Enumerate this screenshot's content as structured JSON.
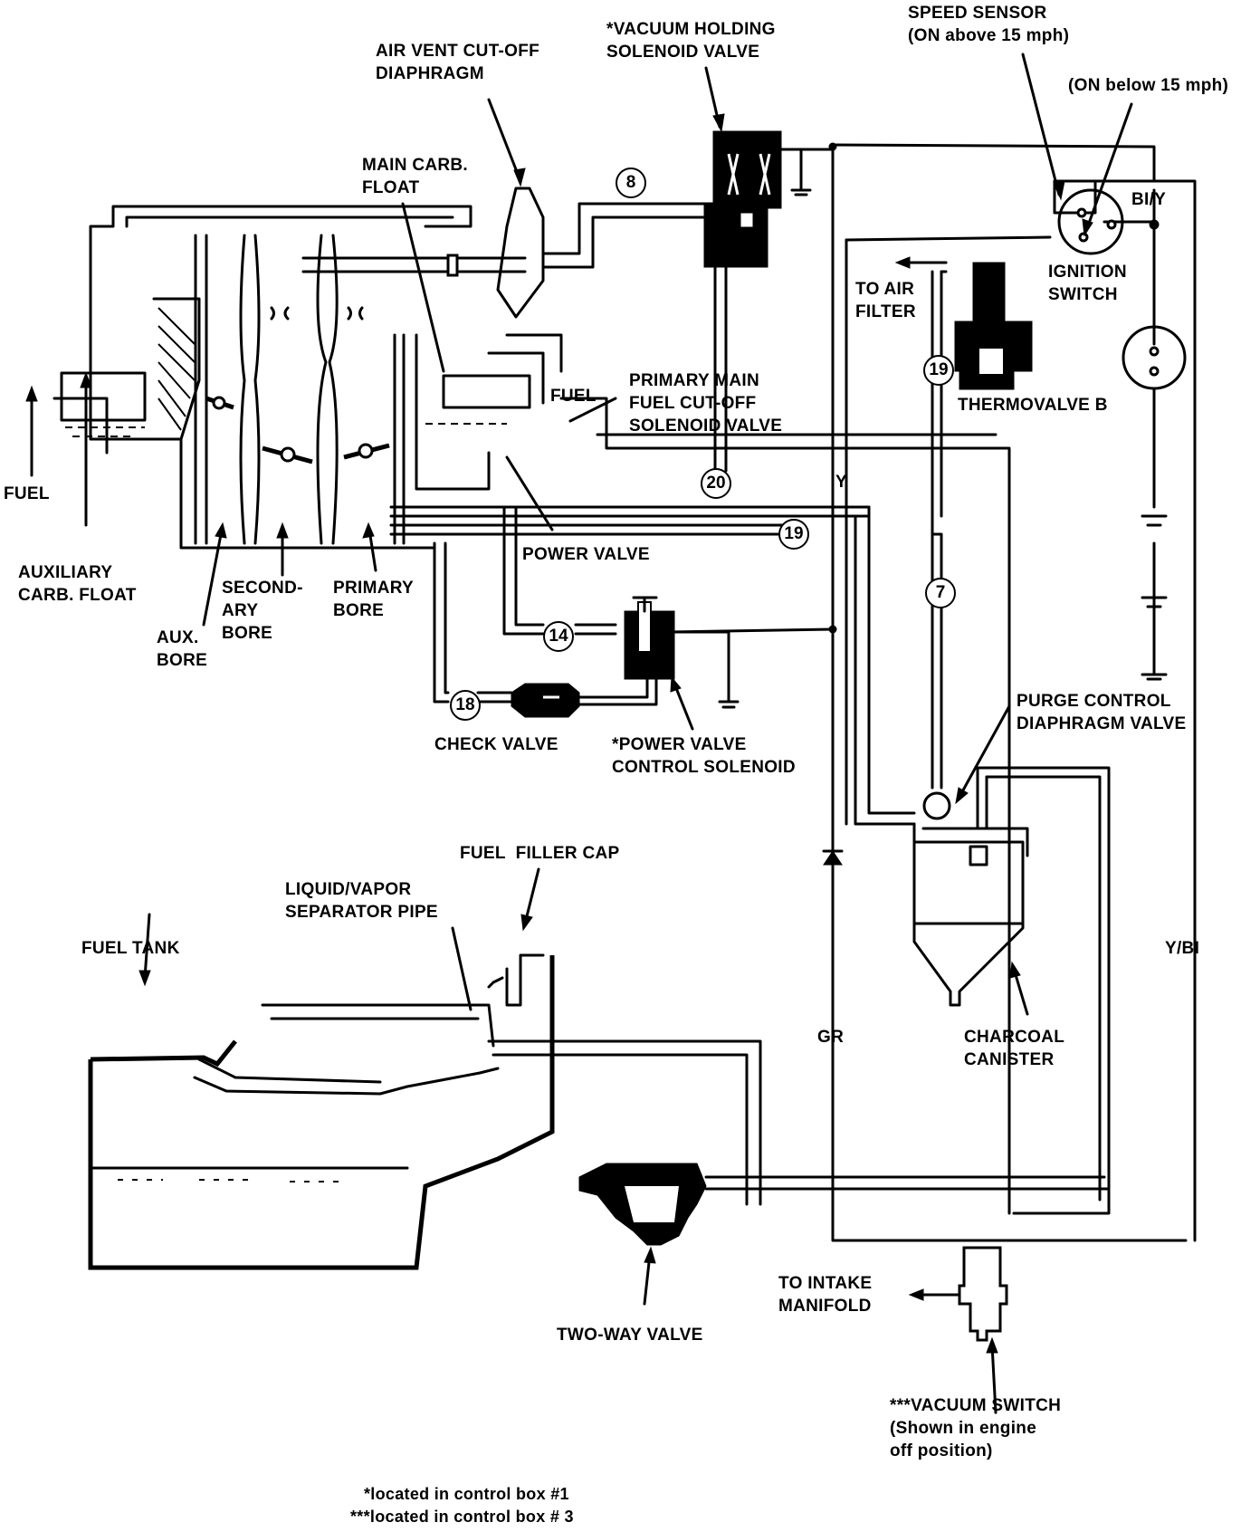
{
  "title": "Evaporative emission control system diagram",
  "colors": {
    "ink": "#000000",
    "paper": "#ffffff"
  },
  "labels": {
    "vacuum_holding_solenoid": "*VACUUM HOLDING\nSOLENOID VALVE",
    "air_vent_cutoff": "AIR VENT CUT-OFF\nDIAPHRAGM",
    "speed_sensor": "SPEED SENSOR\n(ON above 15 mph)",
    "on_below": "(ON below 15 mph)",
    "main_carb_float": "MAIN CARB.\nFLOAT",
    "bi_y": "BI/Y",
    "ignition_switch": "IGNITION\nSWITCH",
    "to_air_filter": "TO AIR\nFILTER",
    "thermovalve_b": "THERMOVALVE B",
    "primary_main_fuel_cutoff": "PRIMARY MAIN\nFUEL CUT-OFF\nSOLENOID VALVE",
    "fuel_inner": "FUEL",
    "fuel_inlet": "FUEL",
    "auxiliary_carb_float": "AUXILIARY\nCARB. FLOAT",
    "secondary_bore": "SECOND-\nARY\nBORE",
    "primary_bore": "PRIMARY\nBORE",
    "aux_bore": "AUX.\nBORE",
    "power_valve": "POWER VALVE",
    "y_wire": "Y",
    "check_valve": "CHECK VALVE",
    "power_valve_control_solenoid": "*POWER VALVE\nCONTROL SOLENOID",
    "purge_control_diaphragm_valve": "PURGE CONTROL\nDIAPHRAGM VALVE",
    "fuel_filler_cap": "FUEL  FILLER CAP",
    "liquid_vapor_separator": "LIQUID/VAPOR\nSEPARATOR PIPE",
    "fuel_tank": "FUEL TANK",
    "gr_wire": "GR",
    "charcoal_canister": "CHARCOAL\nCANISTER",
    "y_bi_wire": "Y/BI",
    "to_intake_manifold": "TO INTAKE\nMANIFOLD",
    "two_way_valve": "TWO-WAY VALVE",
    "vacuum_switch": "***VACUUM SWITCH\n(Shown in engine\noff position)"
  },
  "hose_numbers": {
    "n8": "8",
    "n19_top": "19",
    "n20": "20",
    "n19_mid": "19",
    "n7": "7",
    "n14": "14",
    "n18": "18"
  },
  "footnotes": [
    "*located in control box #1",
    "***located in control box # 3"
  ]
}
